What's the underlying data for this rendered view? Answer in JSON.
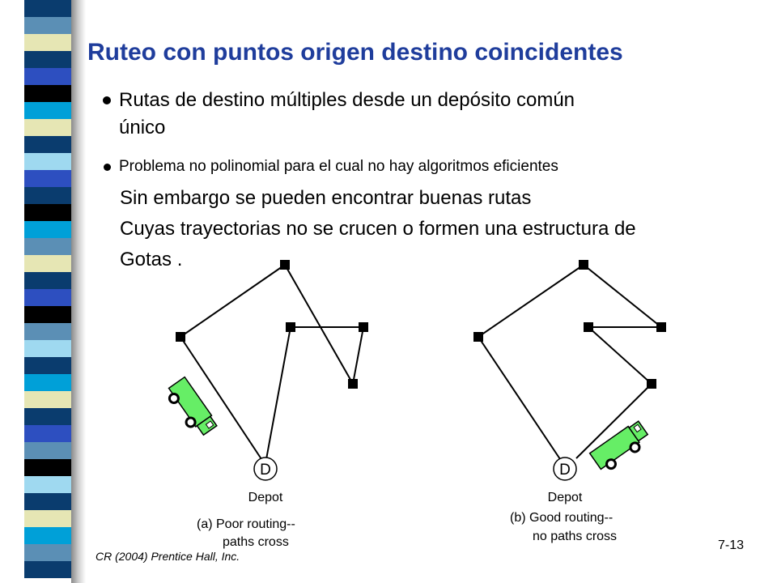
{
  "slide": {
    "title": "Ruteo con puntos origen destino coincidentes",
    "bullets": [
      {
        "lines": [
          "Rutas de destino múltiples desde un depósito común",
          "único"
        ]
      },
      {
        "lines": [
          "Problema no polinomial para el cual no hay algoritmos eficientes"
        ]
      }
    ],
    "body_lines": [
      "Sin embargo se pueden encontrar buenas rutas",
      "Cuyas trayectorias no se crucen o formen una estructura de",
      "Gotas ."
    ],
    "footer": "CR (2004) Prentice Hall, Inc.",
    "page_number": "7-13"
  },
  "diagram": {
    "poor": {
      "depot_symbol": "D",
      "depot_label": "Depot",
      "caption": [
        "(a) Poor routing--",
        "paths cross"
      ]
    },
    "good": {
      "depot_symbol": "D",
      "depot_label": "Depot",
      "caption": [
        "(b) Good routing--",
        "no paths cross"
      ]
    }
  },
  "colors": {
    "title": "#1f3d9c",
    "truck": "#66ee66",
    "bar_palette": [
      "#0a3c6e",
      "#5b8fb5",
      "#e6e6b4",
      "#000000",
      "#2d4fc0",
      "#00a0d8",
      "#9fd9f0",
      "#ffffff"
    ]
  },
  "icons": {
    "bullet": "bullet-dot-icon",
    "truck": "truck-icon",
    "stop": "stop-square-icon"
  }
}
